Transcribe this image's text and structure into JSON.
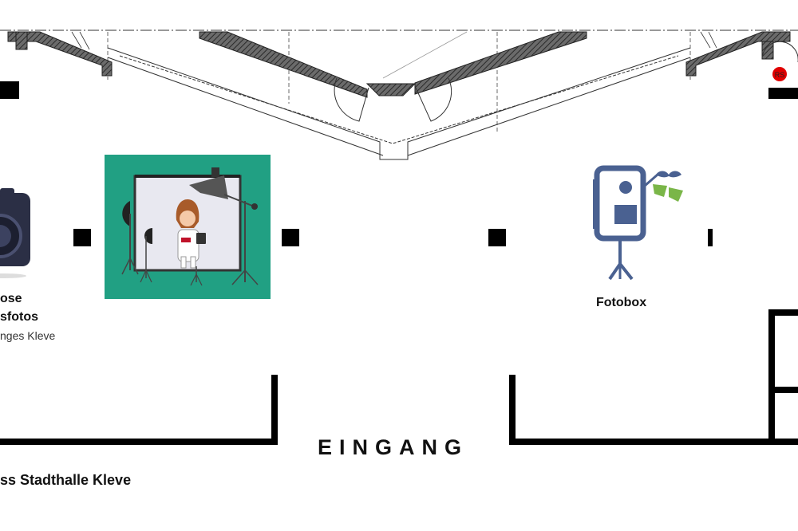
{
  "labels": {
    "left_line1": "ose",
    "left_line2": "sfotos",
    "left_line3": "nges Kleve",
    "fotobox": "Fotobox",
    "entrance": "EINGANG",
    "hall": "ss Stadthalle Kleve"
  },
  "markers": {
    "rs_badge": "RS"
  },
  "icons": {
    "camera": "camera-icon",
    "photo_studio": "photo-studio-illustration",
    "photobox": "photobox-icon",
    "party_glasses": "mustache-glasses-icon"
  },
  "colors": {
    "wall": "#000000",
    "hatched_wall": "#555555",
    "studio_background": "#21a083",
    "photobox_blue": "#4a6191",
    "glasses_green": "#7ab648",
    "marker_red": "#e00000",
    "camera_dark": "#2b2f45"
  }
}
